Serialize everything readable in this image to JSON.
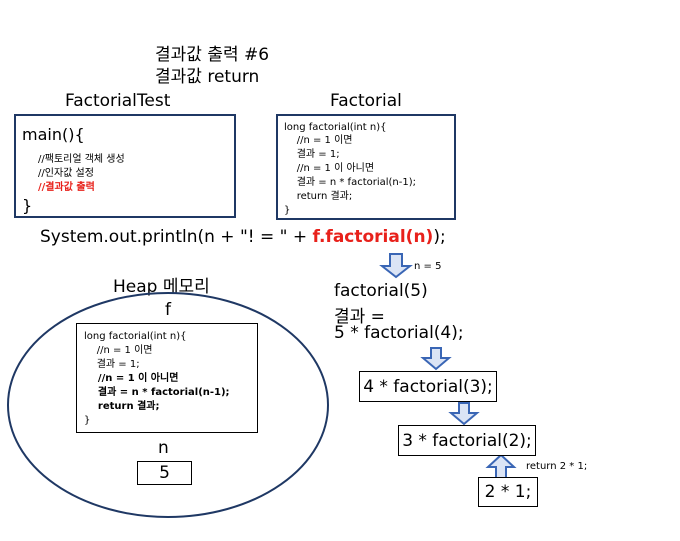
{
  "title": {
    "line1": "결과값 출력 #6",
    "line2": "결과값 return"
  },
  "factorial_test": {
    "header": "FactorialTest",
    "main_open": "main(){",
    "c1": "//팩토리얼 객체 생성",
    "c2": "//인자값 설정",
    "c3": "//결과값 출력",
    "close": "}"
  },
  "factorial": {
    "header": "Factorial",
    "lines": [
      "long factorial(int n){",
      "    //n = 1 이면",
      "    결과 = 1;",
      "    //n = 1 이 아니면",
      "    결과 = n * factorial(n-1);",
      "    return 결과;",
      "}"
    ]
  },
  "println": {
    "prefix": "System.out.println(n + \"! = \" + ",
    "call": "f.factorial(n)",
    "suffix": ");"
  },
  "heap": {
    "title": "Heap 메모리",
    "f_label": "f",
    "lines": [
      "long factorial(int n){",
      "    //n = 1 이면",
      "    결과 = 1;",
      "    //n = 1 이 아니면",
      "    결과 = n * factorial(n-1);",
      "    return 결과;",
      "}"
    ],
    "n_label": "n",
    "n_value": "5"
  },
  "recursion": {
    "arrow1_label": "n = 5",
    "step1_line1": "factorial(5)",
    "step1_line2": "결과 =",
    "step1_line3": "5 * factorial(4);",
    "step2": "4 * factorial(3);",
    "step3": "3 * factorial(2);",
    "return_label": "return 2 * 1;",
    "step4": "2 * 1;"
  },
  "colors": {
    "box_border": "#1f3864",
    "arrow_fill": "#dbe4f5",
    "arrow_stroke": "#3a66b5",
    "highlight": "#e8211b"
  }
}
